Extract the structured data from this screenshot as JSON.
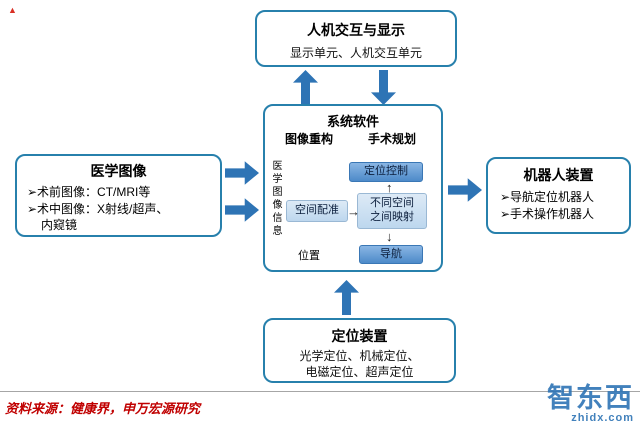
{
  "palette": {
    "box_border": "#2780AC",
    "arrow_blue": "#2E74B5",
    "node_dark_fill": "#5B9BD5",
    "node_light_fill": "#BDD7EE",
    "source_red": "#C00000",
    "watermark_blue": "#2E74B5"
  },
  "icons": {
    "corner_mark": "▲",
    "up_arrow": "↑",
    "down_arrow": "↓",
    "right_arrow": "→"
  },
  "top_box": {
    "title": "人机交互与显示",
    "subtitle": "显示单元、人机交互单元"
  },
  "left_box": {
    "title": "医学图像",
    "item1": "➢术前图像：CT/MRI等",
    "item2_line1": "➢术中图像：X射线/超声、",
    "item2_line2": "内窥镜"
  },
  "center_box": {
    "title": "系统软件",
    "label_image_recon": "图像重构",
    "label_surgery_plan": "手术规划",
    "vertical_label": "医学图像信息",
    "node_position_control": "定位控制",
    "node_registration": "空间配准",
    "node_mapping_line1": "不同空间",
    "node_mapping_line2": "之间映射",
    "node_navigation": "导航",
    "label_position": "位置"
  },
  "right_box": {
    "title": "机器人装置",
    "item1": "➢导航定位机器人",
    "item2": "➢手术操作机器人"
  },
  "bottom_box": {
    "title": "定位装置",
    "line1": "光学定位、机械定位、",
    "line2": "电磁定位、超声定位"
  },
  "footer": {
    "source": "资料来源：健康界，申万宏源研究"
  },
  "watermark": {
    "logo": "智东西",
    "domain": "zhidx.com"
  }
}
